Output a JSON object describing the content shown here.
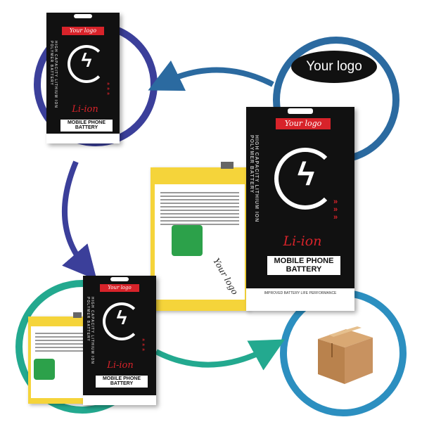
{
  "box": {
    "logo_tag": "Your logo",
    "side_text": "HIGH CAPACITY LITHIUM ION POLYMER BATTERY",
    "chemistry": "Li-ion",
    "title_line1": "MOBILE PHONE",
    "title_line2": "BATTERY",
    "footer": "IMPROVED BATTERY LIFE PERFORMANCE"
  },
  "battery": {
    "signature": "Your logo"
  },
  "badge": {
    "text": "Your logo"
  },
  "colors": {
    "ring_top_left": "#3b3f9a",
    "ring_top_right": "#2b6aa0",
    "ring_bottom_left": "#23a98f",
    "ring_bottom_right": "#2c8fc0",
    "accent_red": "#d8232a",
    "battery_yellow": "#f5d43a"
  }
}
